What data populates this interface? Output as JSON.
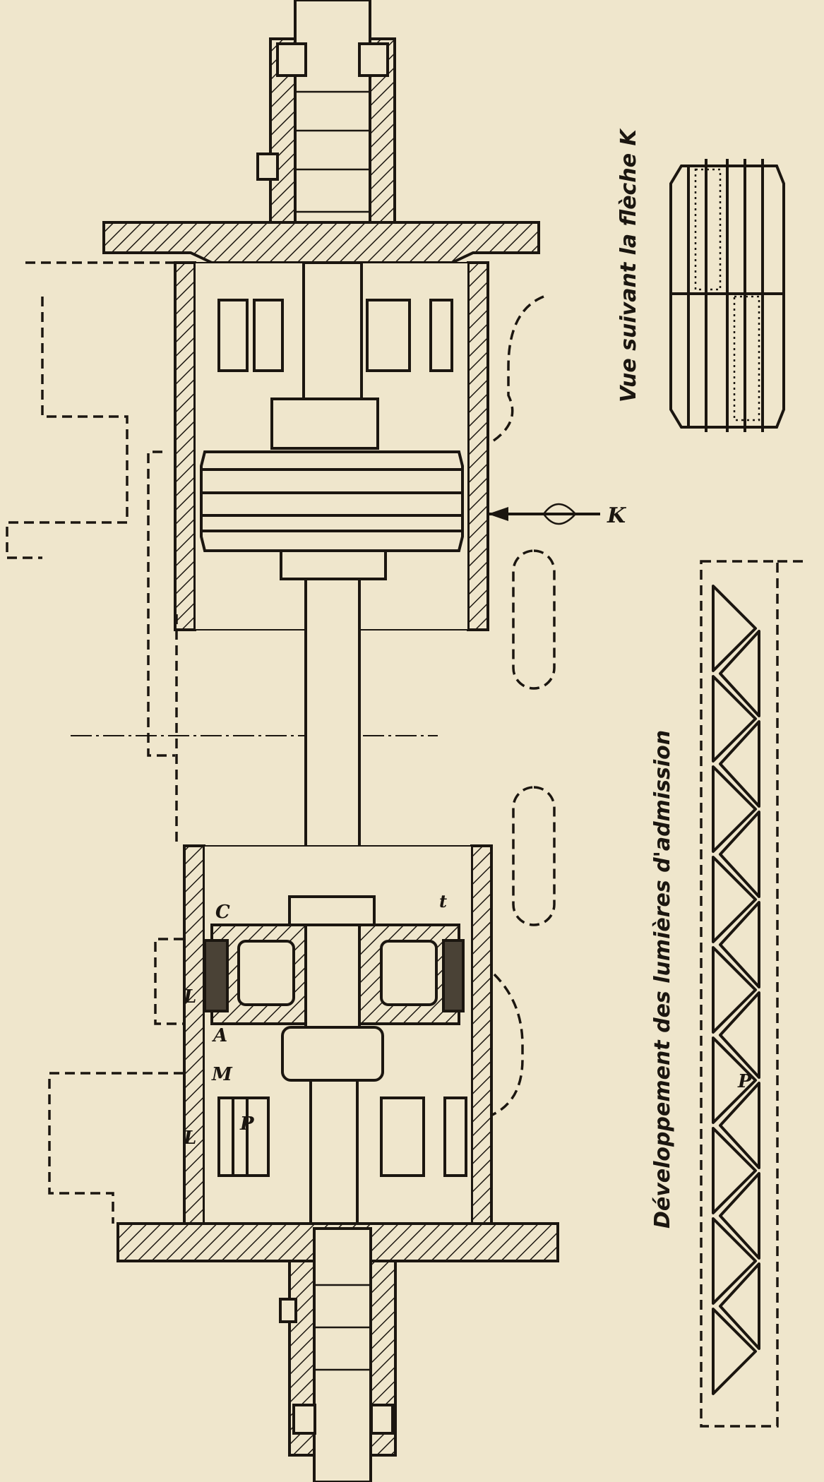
{
  "figure": {
    "view_caption": "Vue suivant la flèche K",
    "development_caption": "Développement des lumières d'admission",
    "arrow_label": "K",
    "part_labels": {
      "c": "C",
      "t": "t",
      "a": "A",
      "m": "M",
      "l_upper": "L",
      "l_lower": "L",
      "p_section": "P",
      "p_development": "P"
    }
  },
  "colors": {
    "paper": "#efe6cc",
    "ink": "#1b1610"
  }
}
